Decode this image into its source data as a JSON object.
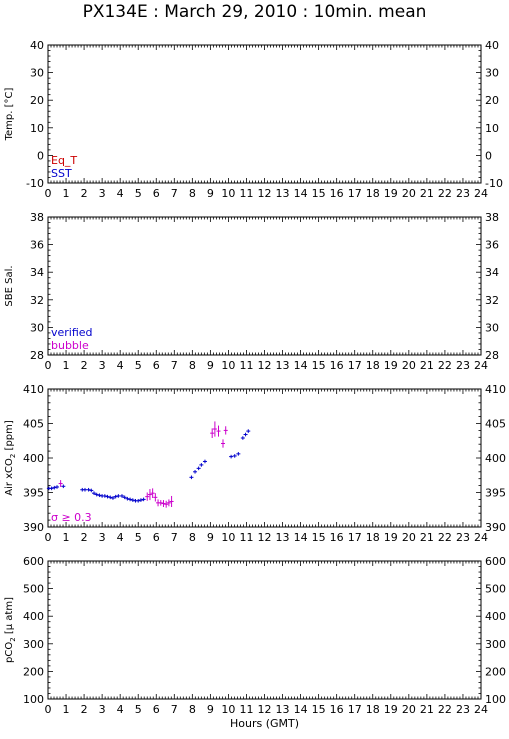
{
  "title": "PX134E : March 29, 2010 : 10min. mean",
  "colors": {
    "red": "#cc0000",
    "blue": "#0000cc",
    "magenta": "#cc00cc",
    "black": "#000000"
  },
  "chart_data": [
    {
      "type": "scatter",
      "ylabel": "Temp. [°C]",
      "ylim": [
        -10,
        40
      ],
      "yticks": [
        -10,
        0,
        10,
        20,
        30,
        40
      ],
      "xlim": [
        0,
        24
      ],
      "xticks": [
        0,
        1,
        2,
        3,
        4,
        5,
        6,
        7,
        8,
        9,
        10,
        11,
        12,
        13,
        14,
        15,
        16,
        17,
        18,
        19,
        20,
        21,
        22,
        23,
        24
      ],
      "xlabel": "",
      "legend": [
        {
          "label": "Eq_T",
          "color": "#cc0000"
        },
        {
          "label": "SST",
          "color": "#0000cc"
        }
      ],
      "series": []
    },
    {
      "type": "scatter",
      "ylabel": "SBE Sal.",
      "ylim": [
        28,
        38
      ],
      "yticks": [
        28,
        30,
        32,
        34,
        36,
        38
      ],
      "xlim": [
        0,
        24
      ],
      "xticks": [
        0,
        1,
        2,
        3,
        4,
        5,
        6,
        7,
        8,
        9,
        10,
        11,
        12,
        13,
        14,
        15,
        16,
        17,
        18,
        19,
        20,
        21,
        22,
        23,
        24
      ],
      "xlabel": "",
      "legend": [
        {
          "label": "verified",
          "color": "#0000cc"
        },
        {
          "label": "bubble",
          "color": "#cc00cc"
        }
      ],
      "series": []
    },
    {
      "type": "scatter",
      "ylabel": "Air xCO2 [ppm]",
      "ylim": [
        390,
        410
      ],
      "yticks": [
        390,
        395,
        400,
        405,
        410
      ],
      "xlim": [
        0,
        24
      ],
      "xticks": [
        0,
        1,
        2,
        3,
        4,
        5,
        6,
        7,
        8,
        9,
        10,
        11,
        12,
        13,
        14,
        15,
        16,
        17,
        18,
        19,
        20,
        21,
        22,
        23,
        24
      ],
      "xlabel": "",
      "legend": [
        {
          "label": "σ ≥ 0.3",
          "color": "#cc00cc"
        }
      ],
      "series": [
        {
          "color": "#0000cc",
          "points": [
            [
              0.05,
              395.6
            ],
            [
              0.2,
              395.6
            ],
            [
              0.35,
              395.7
            ],
            [
              0.5,
              395.8
            ],
            [
              0.85,
              395.9
            ],
            [
              1.9,
              395.4
            ],
            [
              2.05,
              395.4
            ],
            [
              2.25,
              395.4
            ],
            [
              2.4,
              395.3
            ],
            [
              2.55,
              394.9
            ],
            [
              2.7,
              394.7
            ],
            [
              2.85,
              394.6
            ],
            [
              3.0,
              394.5
            ],
            [
              3.15,
              394.5
            ],
            [
              3.3,
              394.4
            ],
            [
              3.45,
              394.3
            ],
            [
              3.6,
              394.2
            ],
            [
              3.75,
              394.4
            ],
            [
              3.9,
              394.5
            ],
            [
              4.1,
              394.5
            ],
            [
              4.25,
              394.3
            ],
            [
              4.4,
              394.1
            ],
            [
              4.55,
              394.0
            ],
            [
              4.7,
              393.9
            ],
            [
              4.85,
              393.8
            ],
            [
              5.0,
              393.8
            ],
            [
              5.15,
              393.9
            ],
            [
              5.3,
              394.0
            ],
            [
              7.95,
              397.2
            ],
            [
              8.15,
              398.0
            ],
            [
              8.35,
              398.5
            ],
            [
              8.5,
              399.0
            ],
            [
              8.7,
              399.5
            ],
            [
              10.15,
              400.2
            ],
            [
              10.35,
              400.3
            ],
            [
              10.55,
              400.6
            ],
            [
              10.8,
              402.9
            ],
            [
              10.95,
              403.4
            ],
            [
              11.1,
              403.9
            ]
          ]
        },
        {
          "color": "#cc00cc",
          "points": [
            [
              0.7,
              396.3,
              0.5
            ],
            [
              5.5,
              394.4,
              0.6
            ],
            [
              5.65,
              394.7,
              0.8
            ],
            [
              5.8,
              394.9,
              0.7
            ],
            [
              5.95,
              394.3,
              0.6
            ],
            [
              6.1,
              393.5,
              0.5
            ],
            [
              6.25,
              393.5,
              0.4
            ],
            [
              6.4,
              393.4,
              0.5
            ],
            [
              6.55,
              393.3,
              0.5
            ],
            [
              6.7,
              393.5,
              0.5
            ],
            [
              6.85,
              393.7,
              0.8
            ],
            [
              9.1,
              403.6,
              0.7
            ],
            [
              9.25,
              404.2,
              1.1
            ],
            [
              9.45,
              403.9,
              0.8
            ],
            [
              9.7,
              402.1,
              0.6
            ],
            [
              9.85,
              404.0,
              0.6
            ]
          ]
        }
      ]
    },
    {
      "type": "scatter",
      "ylabel": "pCO2 [μ atm]",
      "ylim": [
        100,
        600
      ],
      "yticks": [
        100,
        200,
        300,
        400,
        500,
        600
      ],
      "xlim": [
        0,
        24
      ],
      "xticks": [
        0,
        1,
        2,
        3,
        4,
        5,
        6,
        7,
        8,
        9,
        10,
        11,
        12,
        13,
        14,
        15,
        16,
        17,
        18,
        19,
        20,
        21,
        22,
        23,
        24
      ],
      "xlabel": "Hours (GMT)",
      "legend": [],
      "series": []
    }
  ]
}
